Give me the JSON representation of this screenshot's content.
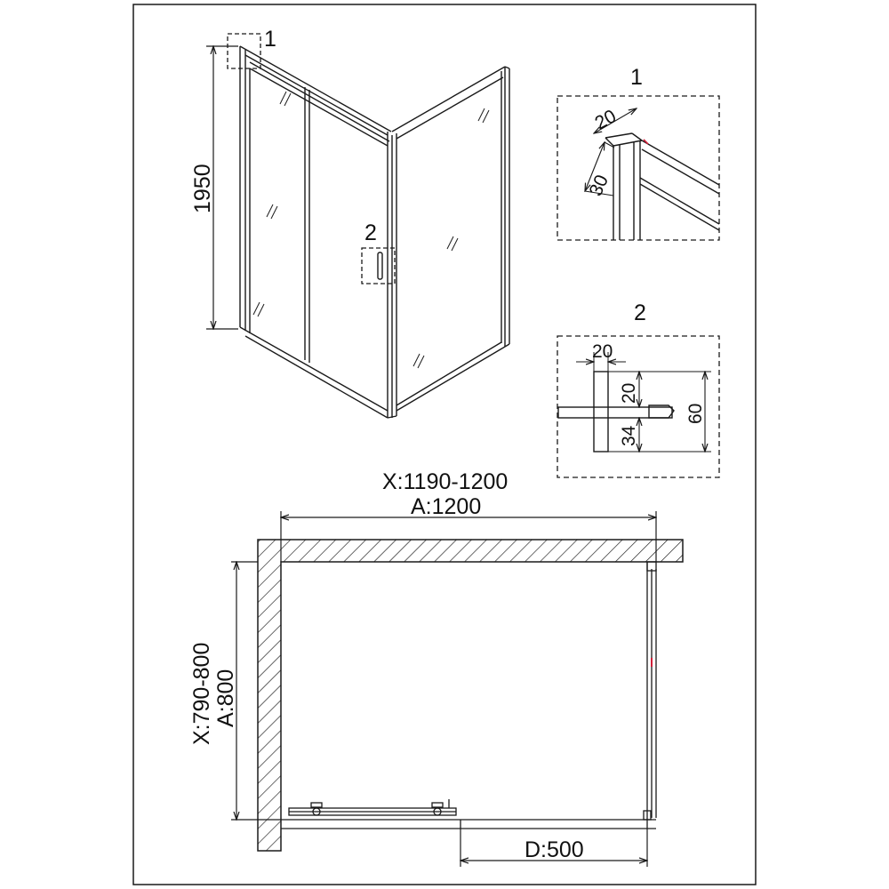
{
  "elevation": {
    "height_label": "1950",
    "callout_1": "1",
    "callout_2": "2"
  },
  "detail_1": {
    "title": "1",
    "dim_width": "20",
    "dim_depth": "30"
  },
  "detail_2": {
    "title": "2",
    "dim_top_width": "20",
    "dim_upper": "20",
    "dim_lower": "34",
    "dim_total": "60"
  },
  "plan": {
    "x_range_width": "X:1190-1200",
    "a_width": "A:1200",
    "x_range_depth": "X:790-800",
    "a_depth": "A:800",
    "door_width": "D:500"
  },
  "colors": {
    "line": "#1a1a1a",
    "wall_hatch": "#1a1a1a",
    "accent_red": "#d0203a"
  }
}
